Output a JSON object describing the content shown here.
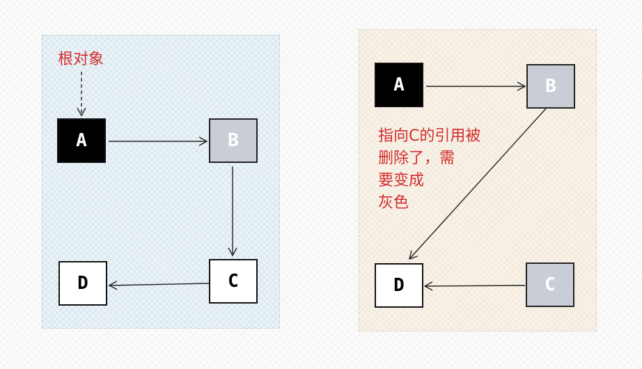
{
  "left_diagram": {
    "root_label": "根对象",
    "nodes": {
      "a": "A",
      "b": "B",
      "c": "C",
      "d": "D"
    }
  },
  "right_diagram": {
    "note": "指向C的引用被\n删除了，需\n要变成\n灰色",
    "nodes": {
      "a": "A",
      "b": "B",
      "c": "C",
      "d": "D"
    }
  },
  "colors": {
    "black_node": "#000000",
    "gray_node": "#c9ced6",
    "white_node": "#ffffff",
    "annotation": "#d22d2d",
    "left_panel": "#eaf3f7",
    "right_panel": "#f8f2e9"
  }
}
